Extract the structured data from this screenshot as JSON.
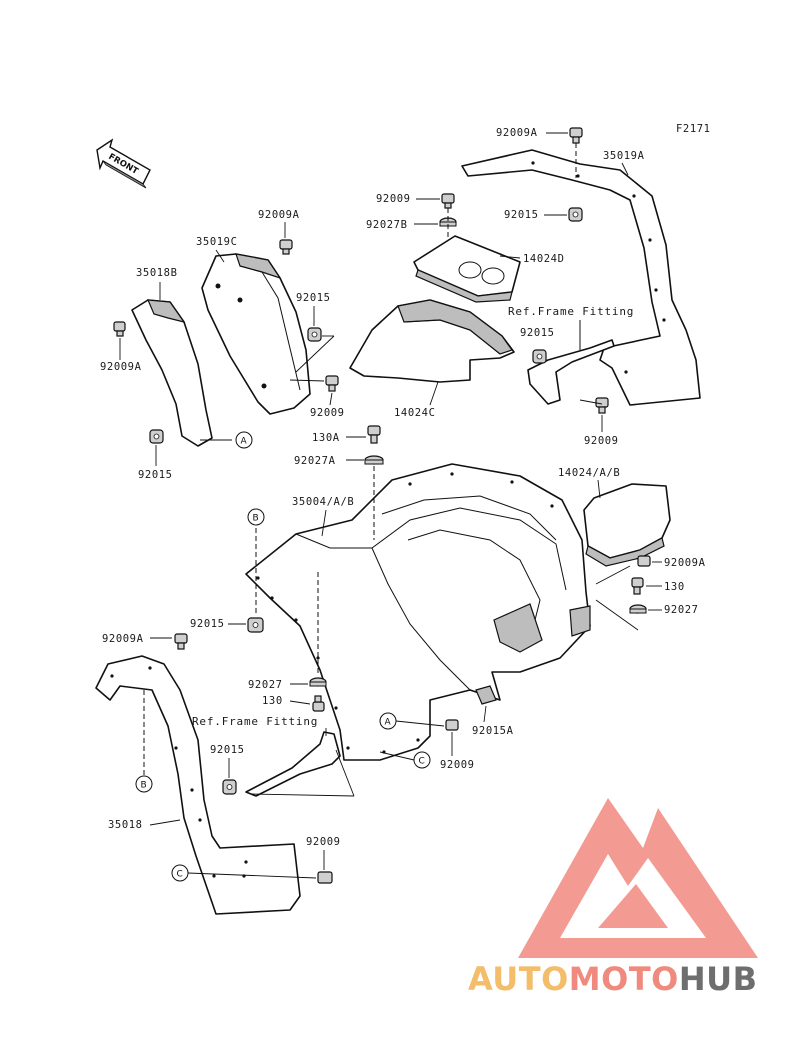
{
  "figure_code": "F2171",
  "front_arrow": "FRONT",
  "parts": {
    "p_92009A_top": "92009A",
    "p_35019A": "35019A",
    "p_92009_upper": "92009",
    "p_92027B": "92027B",
    "p_92015_upper": "92015",
    "p_14024D": "14024D",
    "p_92009A_left": "92009A",
    "p_35019C": "35019C",
    "p_35018B": "35018B",
    "p_92015_mid": "92015",
    "p_92009A_lefttab": "92009A",
    "p_92009_mid": "92009",
    "p_92015_leftbottom": "92015",
    "p_14024C": "14024C",
    "p_92015_frame": "92015",
    "p_92009_right": "92009",
    "p_130A": "130A",
    "p_92027A": "92027A",
    "p_14024AB": "14024/A/B",
    "p_35004AB": "35004/A/B",
    "p_92009A_right": "92009A",
    "p_130_right": "130",
    "p_92027_right": "92027",
    "p_92015_fender": "92015",
    "p_92009A_lower": "92009A",
    "p_92027_lower": "92027",
    "p_130_lower": "130",
    "p_92015A": "92015A",
    "p_92009_lowermid": "92009",
    "p_92015_lowerframe": "92015",
    "p_35018": "35018",
    "p_92009_bottom": "92009"
  },
  "ref_labels": {
    "frame_upper": "Ref.Frame Fitting",
    "frame_lower": "Ref.Frame Fitting"
  },
  "callouts": {
    "a1": "A",
    "a2": "A",
    "b1": "B",
    "b2": "B",
    "c1": "C",
    "c2": "C"
  },
  "watermark": {
    "auto": "AUTO",
    "moto": "MOTO",
    "hub": "HUB",
    "colors": {
      "auto": "#f3bd6a",
      "moto": "#f08a7e",
      "hub": "#6e6e6e",
      "logo": "#f07f74"
    }
  }
}
